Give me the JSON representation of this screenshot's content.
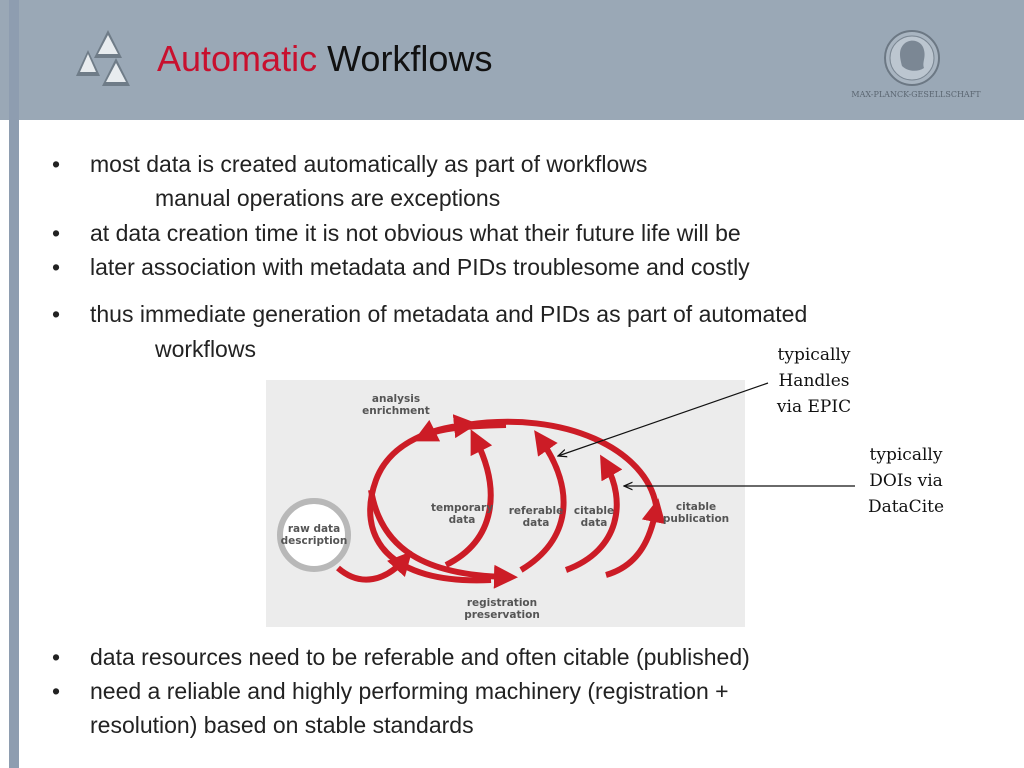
{
  "title": {
    "accent": "Automatic",
    "rest": "Workflows"
  },
  "seal_text": "MAX-PLANCK-GESELLSCHAFT",
  "bullets_top": [
    {
      "text": "most data is created automatically as part of workflows",
      "continuation": "manual operations are exceptions"
    },
    {
      "text": "at data creation time it is not obvious what their future life will be"
    },
    {
      "text": "later association with metadata and PIDs troublesome and costly"
    },
    {
      "text": "thus immediate generation of metadata and PIDs as part of automated",
      "continuation": "workflows"
    }
  ],
  "bullets_bottom": [
    {
      "text": "data resources need to be referable and often citable (published)"
    },
    {
      "text": "need a reliable and highly performing machinery (registration +",
      "continuation": "resolution) based on stable standards"
    }
  ],
  "bullet_symbol": "•",
  "diagram": {
    "raw": [
      "raw data",
      "description"
    ],
    "analysis": [
      "analysis",
      "enrichment"
    ],
    "temporary": [
      "temporary",
      "data"
    ],
    "referable": [
      "referable",
      "data"
    ],
    "citable_data": [
      "citable",
      "data"
    ],
    "citable_pub": [
      "citable",
      "publication"
    ],
    "registration": [
      "registration",
      "preservation"
    ]
  },
  "callouts": {
    "handles": [
      "typically",
      "Handles",
      "via EPIC"
    ],
    "dois": [
      "typically",
      "DOIs via",
      "DataCite"
    ]
  },
  "colors": {
    "header": "#9aa8b6",
    "accent": "#c8102e",
    "arrow": "#cc1c26"
  }
}
